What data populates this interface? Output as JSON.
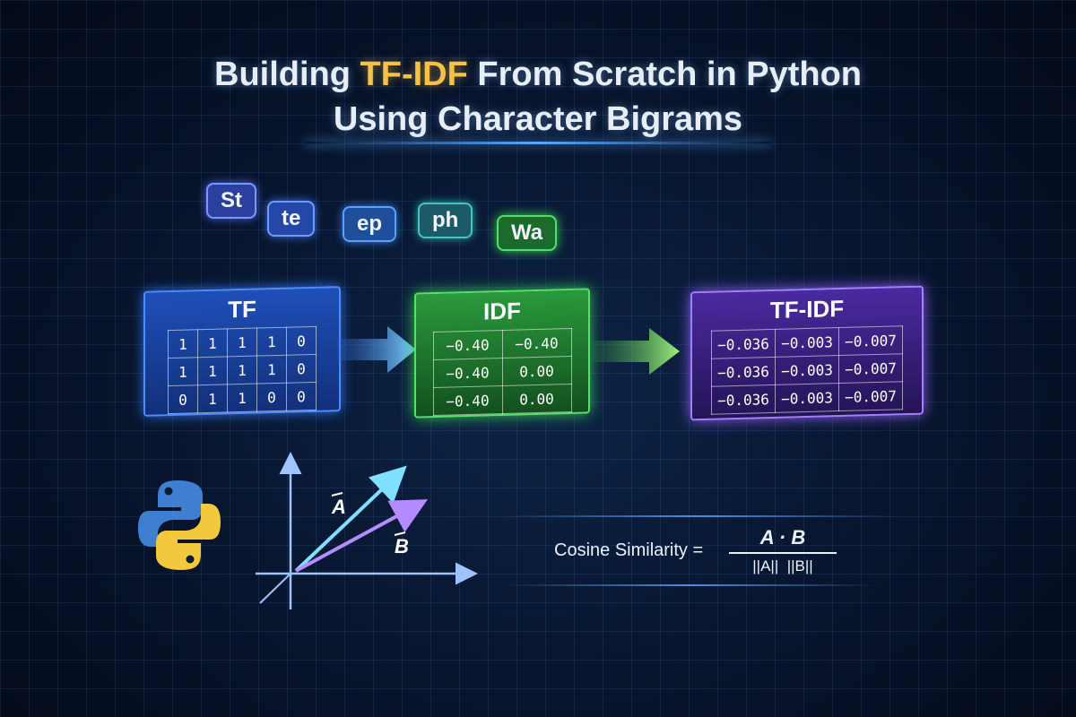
{
  "title": {
    "line1_pre": "Building ",
    "line1_highlight": "TF-IDF",
    "line1_post": " From Scratch in Python",
    "line2": "Using Character Bigrams"
  },
  "bigrams": [
    "St",
    "te",
    "ep",
    "ph",
    "Wa"
  ],
  "panels": {
    "tf": {
      "title": "TF",
      "rows": [
        [
          "1",
          "1",
          "1",
          "1",
          "0"
        ],
        [
          "1",
          "1",
          "1",
          "1",
          "0"
        ],
        [
          "0",
          "1",
          "1",
          "0",
          "0"
        ]
      ]
    },
    "idf": {
      "title": "IDF",
      "rows": [
        [
          "−0.40",
          "−0.40"
        ],
        [
          "−0.40",
          "0.00"
        ],
        [
          "−0.40",
          "0.00"
        ]
      ]
    },
    "tfidf": {
      "title": "TF-IDF",
      "rows": [
        [
          "−0.036",
          "−0.003",
          "−0.007"
        ],
        [
          "−0.036",
          "−0.003",
          "−0.007"
        ],
        [
          "−0.036",
          "−0.003",
          "−0.007"
        ]
      ]
    }
  },
  "vectors": {
    "a_label": "A",
    "b_label": "B"
  },
  "formula": {
    "label": "Cosine Similarity =",
    "a": "A",
    "dot": "·",
    "b": "B",
    "den_a": "||A||",
    "den_b": "||B||"
  },
  "colors": {
    "tf_accent": "#2f6fe0",
    "idf_accent": "#35c04a",
    "tfidf_accent": "#8a5cf0",
    "highlight": "#f6c144"
  },
  "icons": [
    "python-logo-icon",
    "arrow-right-icon"
  ]
}
